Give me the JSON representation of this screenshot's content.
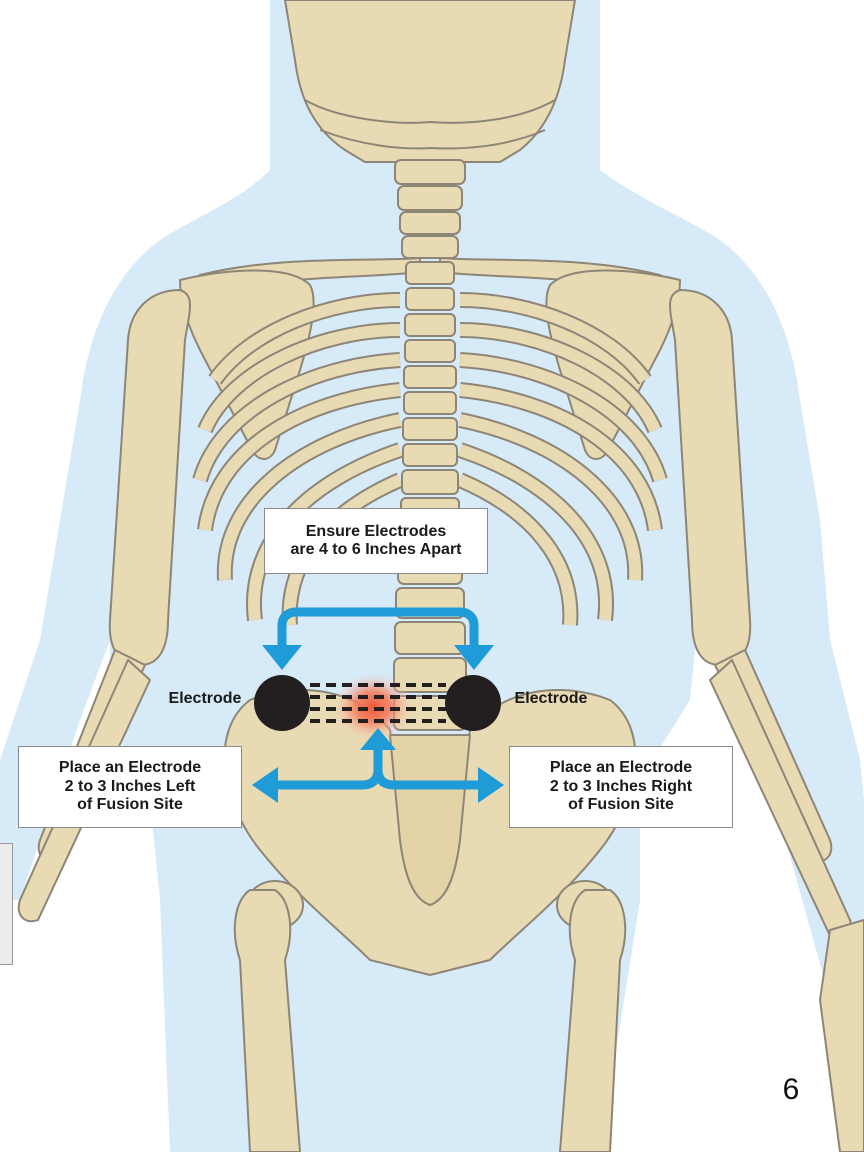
{
  "diagram": {
    "top_box": {
      "line1": "Ensure Electrodes",
      "line2": "are 4 to 6 Inches Apart"
    },
    "left_electrode_label": "Electrode",
    "right_electrode_label": "Electrode",
    "left_box": {
      "line1": "Place an Electrode",
      "line2": "2 to 3 Inches Left",
      "line3": "of Fusion Site"
    },
    "right_box": {
      "line1": "Place an Electrode",
      "line2": "2 to 3 Inches Right",
      "line3": "of Fusion Site"
    },
    "page_number": "6"
  },
  "colors": {
    "body_silhouette": "#d6eaf7",
    "bone_fill": "#e8dab3",
    "bone_stroke": "#8d8677",
    "arrow": "#1f9bd7",
    "electrode": "#231f20",
    "fusion_site": "#ef5a37"
  }
}
